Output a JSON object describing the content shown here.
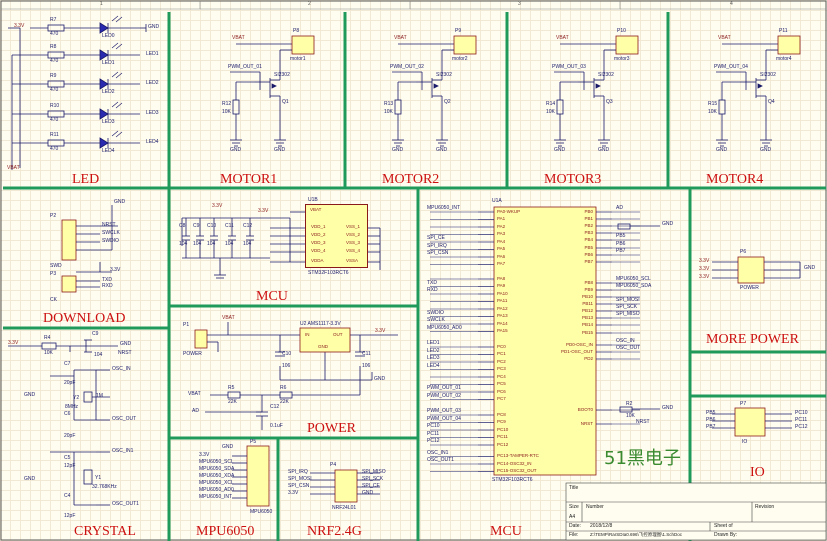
{
  "sections": {
    "led": "LED",
    "motor1": "MOTOR1",
    "motor2": "MOTOR2",
    "motor3": "MOTOR3",
    "motor4": "MOTOR4",
    "download": "DOWNLOAD",
    "mcu_power": "MCU",
    "power": "POWER",
    "more_power": "MORE POWER",
    "crystal": "CRYSTAL",
    "mpu6050": "MPU6050",
    "nrf": "NRF2.4G",
    "mcu_main": "MCU",
    "io": "IO"
  },
  "ruler": {
    "c1": "1",
    "c2": "2",
    "c3": "3",
    "c4": "4"
  },
  "watermark": "51黑电子",
  "led_block": {
    "supply": "3.3V",
    "rows": [
      {
        "r": "R7",
        "rv": "470",
        "d": "LED0",
        "net": ""
      },
      {
        "r": "R8",
        "rv": "470",
        "d": "LED1",
        "net": "LED1"
      },
      {
        "r": "R9",
        "rv": "470",
        "d": "LED2",
        "net": "LED2"
      },
      {
        "r": "R10",
        "rv": "470",
        "d": "LED3",
        "net": "LED3"
      },
      {
        "r": "R11",
        "rv": "470",
        "d": "LED4",
        "net": "LED4"
      }
    ],
    "gnd": "GND",
    "vbat": "VBAT"
  },
  "motors": [
    {
      "vbat": "VBAT",
      "conn": "P8",
      "cname": "motor1",
      "pwm": "PWM_OUT_01",
      "q": "Q1",
      "qv": "SI2302",
      "r": "R12",
      "rv": "10K",
      "gnd": "GND"
    },
    {
      "vbat": "VBAT",
      "conn": "P9",
      "cname": "motor2",
      "pwm": "PWM_OUT_02",
      "q": "Q2",
      "qv": "SI2302",
      "r": "R13",
      "rv": "10K",
      "gnd": "GND"
    },
    {
      "vbat": "VBAT",
      "conn": "P10",
      "cname": "motor3",
      "pwm": "PWM_OUT_03",
      "q": "Q3",
      "qv": "SI2302",
      "r": "R14",
      "rv": "10K",
      "gnd": "GND"
    },
    {
      "vbat": "VBAT",
      "conn": "P11",
      "cname": "motor4",
      "pwm": "PWM_OUT_04",
      "q": "Q4",
      "qv": "SI2302",
      "r": "R15",
      "rv": "10K",
      "gnd": "GND"
    }
  ],
  "download": {
    "p2": "P2",
    "p2name": "SWD",
    "p2nets": [
      "NRST",
      "SWCLK",
      "SWDIO",
      ""
    ],
    "p3": "P3",
    "p3name": "CK",
    "p3nets": [
      "TXD",
      "RXD"
    ],
    "gnd": "GND",
    "v33": "3.3V"
  },
  "mcu_power": {
    "chip": "U1B",
    "chip_name": "STM32F103RCT6",
    "vbat": "VBAT",
    "v33": "3.3V",
    "left_pins": [
      "VDD_1",
      "VDD_2",
      "VDD_3",
      "VDD_4",
      "VDDA"
    ],
    "right_pins": [
      "VSS_1",
      "VSS_2",
      "VSS_3",
      "VSS_4",
      "VSSA"
    ],
    "caps": [
      "C8",
      "C9",
      "C10",
      "C11",
      "C12"
    ],
    "cap_val": "104",
    "gnd": "GND"
  },
  "power": {
    "p1": "P1",
    "p1name": "POWER",
    "vbat": "VBAT",
    "reg": "U2 AMS1117-3.3V",
    "in": "IN",
    "out": "OUT",
    "gnd_pin": "GND",
    "v33": "3.3V",
    "c10": "C10",
    "c10v": "106",
    "c11": "C11",
    "c11v": "106",
    "r5": "R5",
    "r5v": "22K",
    "r6": "R6",
    "r6v": "22K",
    "c12": "C12",
    "c12v": "0.1uF",
    "ad": "AD",
    "gnd": "GND"
  },
  "crystal": {
    "v33": "3.3V",
    "r4": "R4",
    "r4v": "10K",
    "c9": "C9",
    "c9v": "104",
    "nrst": "NRST",
    "c7": "C7",
    "c7v": "20pF",
    "c6": "C6",
    "c6v": "20pF",
    "y2": "Y2",
    "y2v": "8MHz",
    "r1": "1M",
    "osc_in": "OSC_IN",
    "osc_out": "OSC_OUT",
    "c5": "C5",
    "c5v": "12pF",
    "c4": "C4",
    "c4v": "12pF",
    "y1": "Y1",
    "y1v": "32.768KHz",
    "osc32_in": "OSC_IN1",
    "osc32_out": "OSC_OUT1",
    "gnd": "GND"
  },
  "mpu": {
    "conn": "P5",
    "cname": "MPU6050",
    "nets": [
      "3.3V",
      "MPU6050_SCL",
      "MPU6050_SDA",
      "MPU6050_XDA",
      "MPU6050_XCL",
      "MPU6050_AD0",
      "MPU6050_INT"
    ],
    "gnd": "GND"
  },
  "nrf": {
    "conn": "P4",
    "cname": "NRF24L01",
    "left": [
      "SPI_IRQ",
      "SPI_MOSI",
      "SPI_CSN",
      "3.3V"
    ],
    "right": [
      "SPI_MISO",
      "SPI_SCK",
      "SPI_CE",
      "GND"
    ]
  },
  "mcu": {
    "chip": "U1A",
    "chip_name": "STM32F103RCT6",
    "left_pins": [
      "PA0-WKUP",
      "PA1",
      "PA2",
      "PA3",
      "PA4",
      "PA5",
      "PA6",
      "PA7",
      "PA8",
      "PA9",
      "PA10",
      "PA11",
      "PA12",
      "PA13",
      "PA14",
      "PA15",
      "PC0",
      "PC1",
      "PC2",
      "PC3",
      "PC4",
      "PC5",
      "PC6",
      "PC7",
      "PC8",
      "PC9",
      "PC10",
      "PC11",
      "PC12",
      "PC13-TAMPER-RTC",
      "PC14-OSC32_IN",
      "PC15-OSC32_OUT"
    ],
    "right_pins": [
      "PB0",
      "PB1",
      "PB2",
      "PB3",
      "PB4",
      "PB5",
      "PB6",
      "PB7",
      "PB8",
      "PB9",
      "PB10",
      "PB11",
      "PB12",
      "PB13",
      "PB14",
      "PB15",
      "PD0-OSC_IN",
      "PD1-OSC_OUT",
      "PD2",
      "BOOT0",
      "NRST"
    ],
    "left_nets": [
      "MPU6050_INT",
      "",
      "",
      "",
      "SPI_CE",
      "SPI_IRQ",
      "SPI_CSN",
      "",
      "",
      "TXD",
      "RXD",
      "",
      "",
      "SWDIO",
      "SWCLK",
      "MPU6050_AD0",
      "LED1",
      "LED2",
      "LED3",
      "LED4",
      "",
      "",
      "PWM_OUT_01",
      "PWM_OUT_02",
      "PWM_OUT_03",
      "PWM_OUT_04",
      "PC10",
      "PC11",
      "PC12",
      "OSC_IN1",
      "OSC_OUT1",
      ""
    ],
    "right_nets": [
      "AD",
      "",
      "",
      "",
      "PB5",
      "PB6",
      "PB7",
      "MPU6050_SCL",
      "MPU6050_SDA",
      "SPI_SCK",
      "SPI_MISO",
      "SPI_MOSI",
      "OSC_IN",
      "OSC_OUT",
      "R2",
      "10K",
      "NRST"
    ],
    "r2": "R2",
    "r2v": "10K",
    "gnd": "GND"
  },
  "more_power": {
    "conn": "P6",
    "cname": "POWER",
    "nets": [
      "3.3V",
      "3.3V",
      "3.3V"
    ],
    "gnd": [
      "GND",
      "GND",
      "GND"
    ]
  },
  "io": {
    "conn": "P7",
    "cname": "IO",
    "left": [
      "PB5",
      "PB6",
      "PB7"
    ],
    "right": [
      "PC10",
      "PC11",
      "PC12"
    ]
  },
  "title_block": {
    "title": "Title",
    "size": "Size",
    "size_v": "A4",
    "number": "Number",
    "revision": "Revision",
    "date": "Date:",
    "date_v": "2018/12/8",
    "sheet": "Sheet of",
    "file": "File:",
    "file_v": "Z:\\TEMP\\RarSDIa0.696\\飞控原理图\\1.SchDoc",
    "drawn": "Drawn By:"
  }
}
